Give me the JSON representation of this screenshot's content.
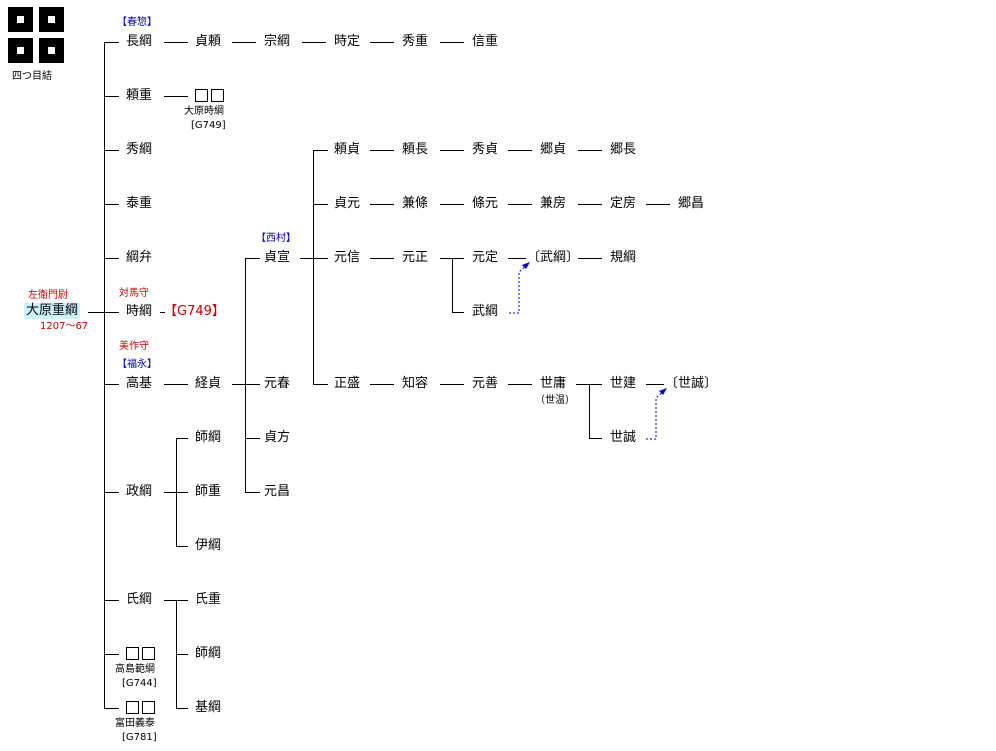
{
  "crest": {
    "name": "四つ目結"
  },
  "root": {
    "title": "左衛門尉",
    "name": "大原重綱",
    "years": "1207〜67"
  },
  "labels": {
    "kasugaso": "【春惣】",
    "nishimura": "【西村】",
    "fukunaga": "【福永】",
    "tsushima": "対馬守",
    "mimasaka": "美作守"
  },
  "nodes": {
    "nagatsuna": "長綱",
    "sadayori1": "貞頼",
    "munetsuna": "宗綱",
    "tokisada": "時定",
    "hideshige": "秀重",
    "nobushige": "信重",
    "yorishige": "頼重",
    "ohara_tokitsuna": "大原時綱",
    "g749a": "[G749]",
    "hidetsuna": "秀綱",
    "yasushige": "泰重",
    "tsunaben": "綱弁",
    "tokitsuna": "時綱",
    "g749b": "【G749】",
    "takamoto": "高基",
    "tsunesada": "経貞",
    "sadanobu": "貞宣",
    "motoharu": "元春",
    "sadakata": "貞方",
    "motomasa_b": "元昌",
    "morotsuna": "師綱",
    "masatsuna": "政綱",
    "moroshige": "師重",
    "koretsuna": "伊綱",
    "ujitsuna": "氏綱",
    "ujishige": "氏重",
    "morotsuna2": "師綱",
    "mototsuna": "基綱",
    "takashima": "高島範綱",
    "g744": "[G744]",
    "tomita": "富田義泰",
    "g781": "[G781]",
    "yorisada": "頼貞",
    "yorinaga": "頼長",
    "hidesada": "秀貞",
    "gosada": "郷貞",
    "gonaga": "郷長",
    "sadamoto": "貞元",
    "kenjo": "兼條",
    "jogen": "條元",
    "kanefusa": "兼房",
    "sadafusa": "定房",
    "gosho": "郷昌",
    "motonobu": "元信",
    "motomasa": "元正",
    "motosada": "元定",
    "taketsuna_b": "〔武綱〕",
    "noritsuna": "規綱",
    "taketsuna": "武綱",
    "shosei": "正盛",
    "tomoyoshi": "知容",
    "motoyoshi": "元善",
    "seiyo": "世庸",
    "seion": "（世温）",
    "seiken": "世建",
    "seisei_b": "〔世誠〕",
    "seisei": "世誠"
  }
}
